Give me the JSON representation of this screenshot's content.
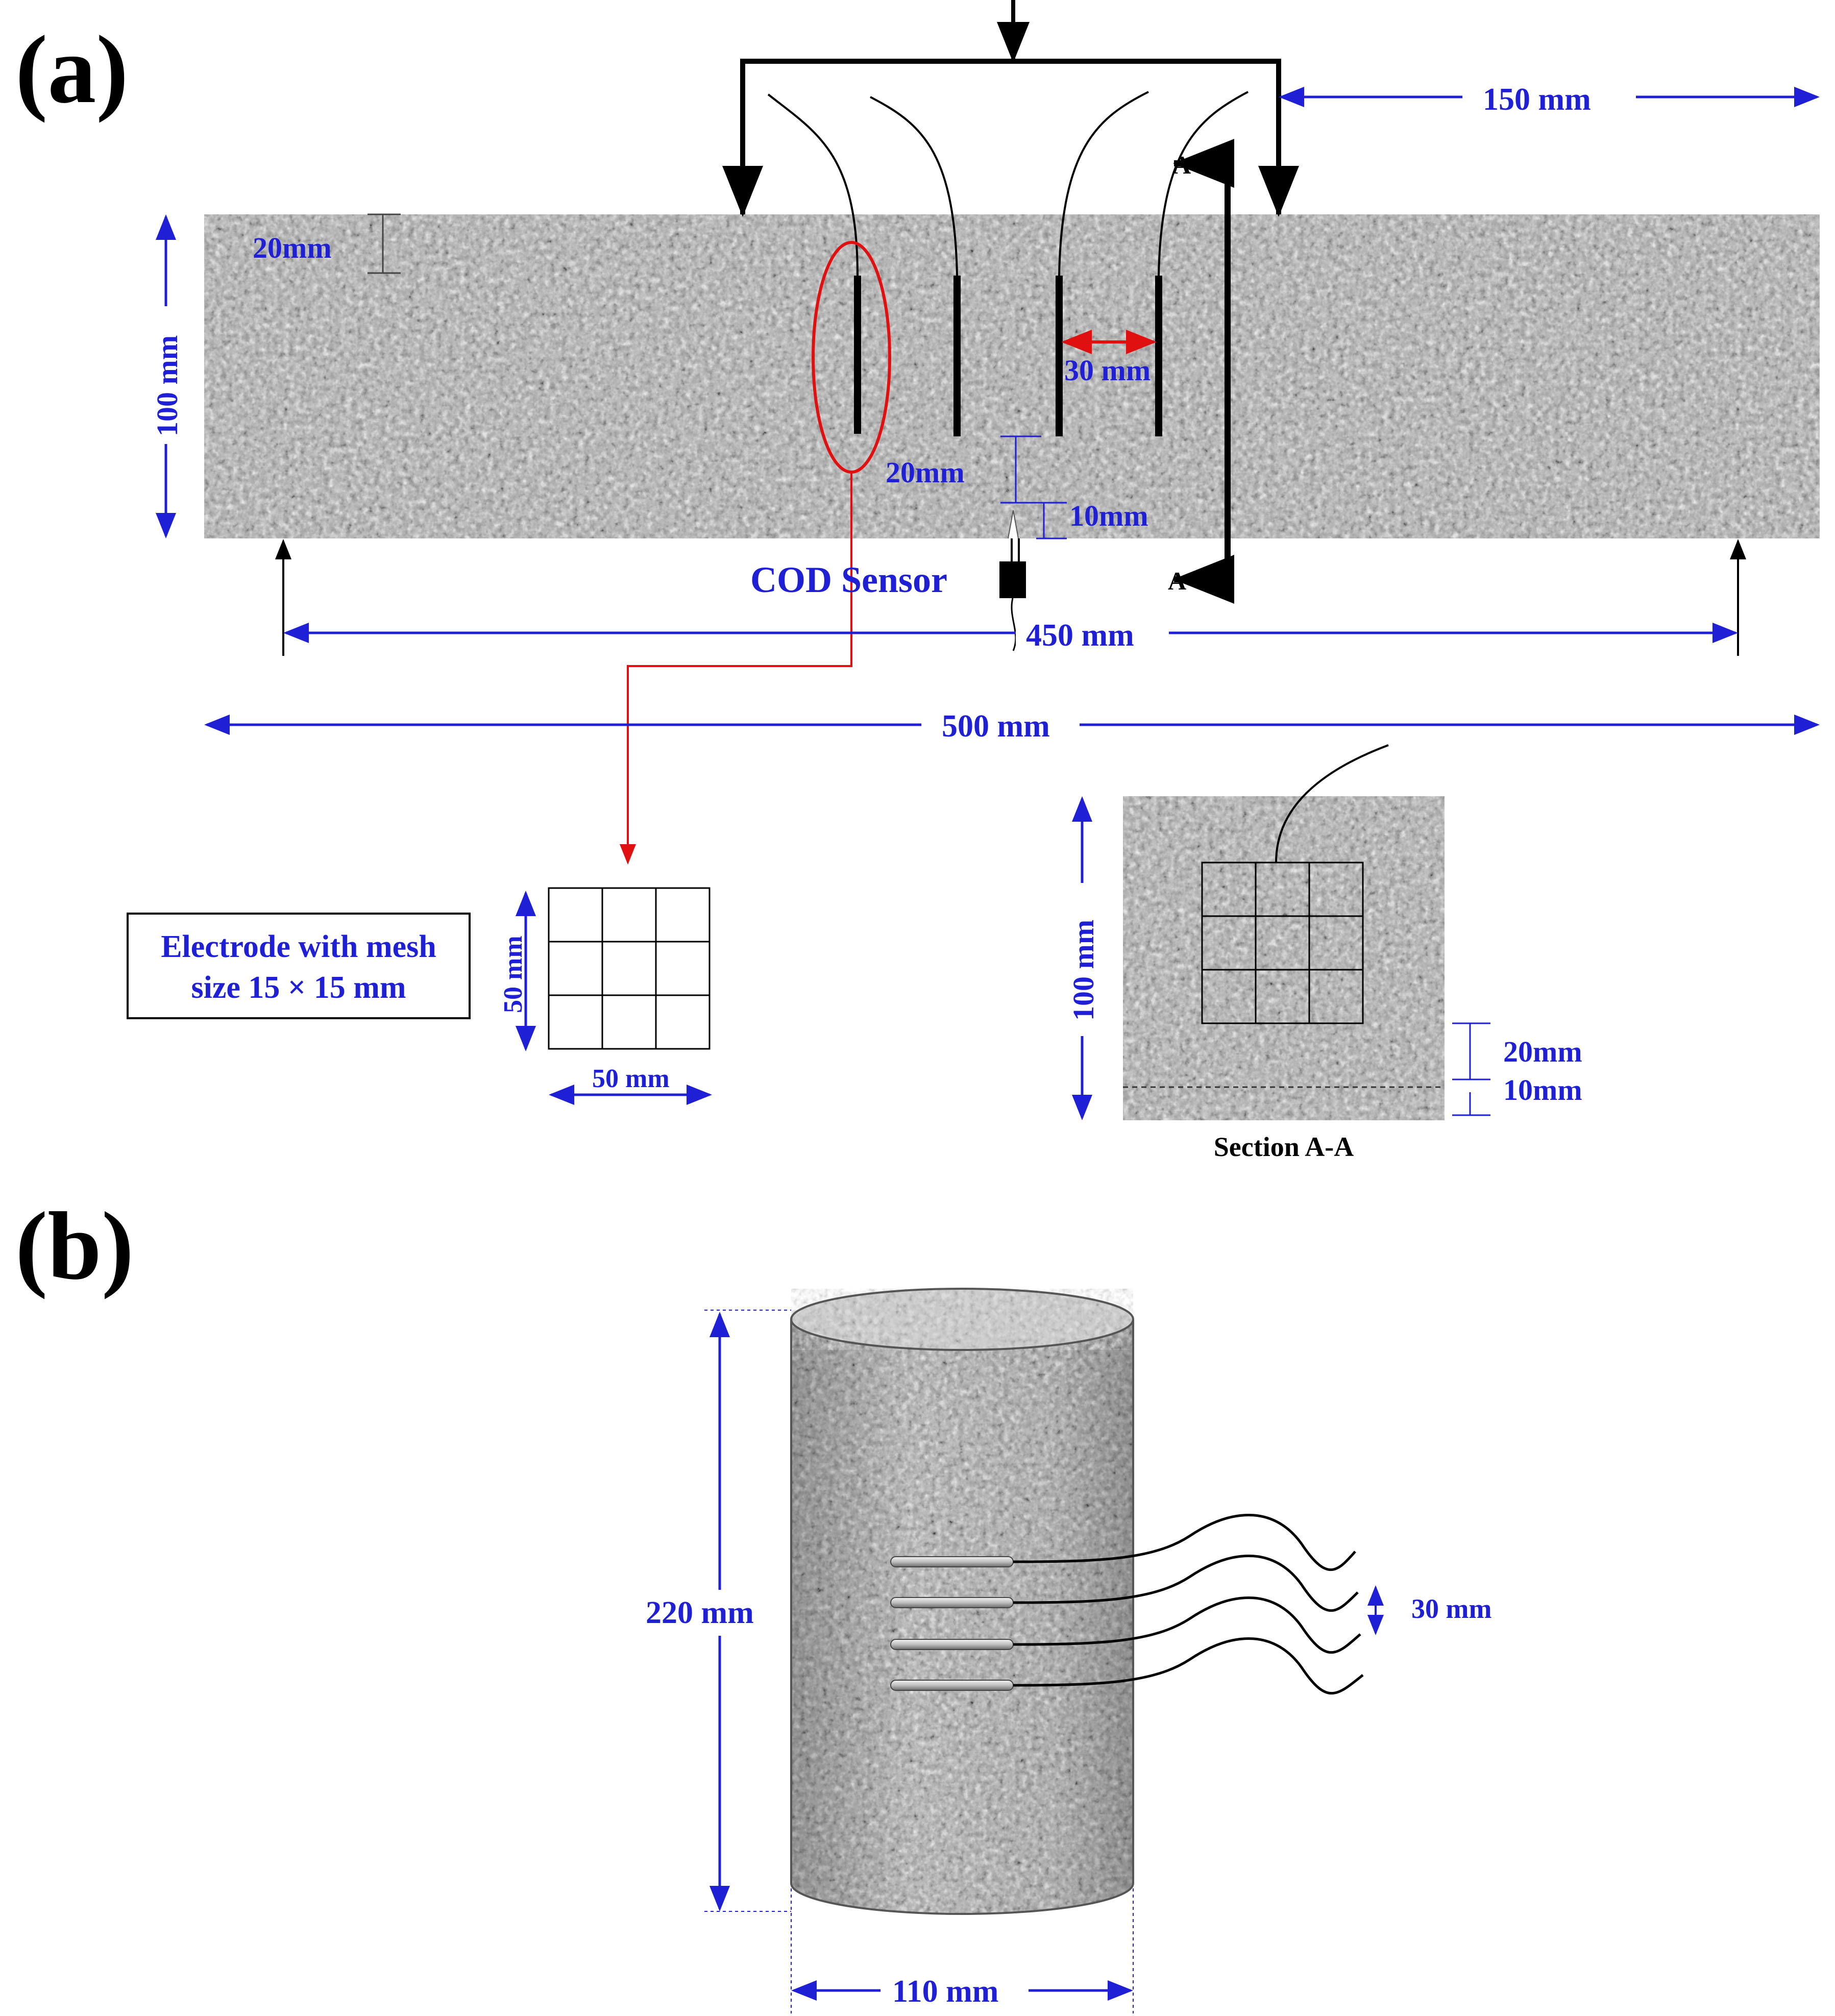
{
  "panel_a": {
    "label": "(a)",
    "dim_150": "150 mm",
    "dim_20_top": "20mm",
    "dim_100": "100 mm",
    "dim_30": "30 mm",
    "dim_20_bottom": "20mm",
    "dim_10": "10mm",
    "cod_sensor": "COD Sensor",
    "dim_450": "450 mm",
    "dim_500": "500 mm",
    "section_mark_top": "A",
    "section_mark_bottom": "A",
    "electrode_box_line1": "Electrode with mesh",
    "electrode_box_line2": "size 15 × 15 mm",
    "mesh_dim_vertical": "50 mm",
    "mesh_dim_horizontal": "50 mm",
    "section_dim_100": "100 mm",
    "section_dim_20": "20mm",
    "section_dim_10": "10mm",
    "section_caption": "Section A-A"
  },
  "panel_b": {
    "label": "(b)",
    "dim_220": "220 mm",
    "dim_30": "30 mm",
    "dim_110": "110 mm"
  },
  "colors": {
    "dimension_text": "#1f1fd6",
    "highlight": "#e01010",
    "concrete": "#9a9a9a"
  }
}
